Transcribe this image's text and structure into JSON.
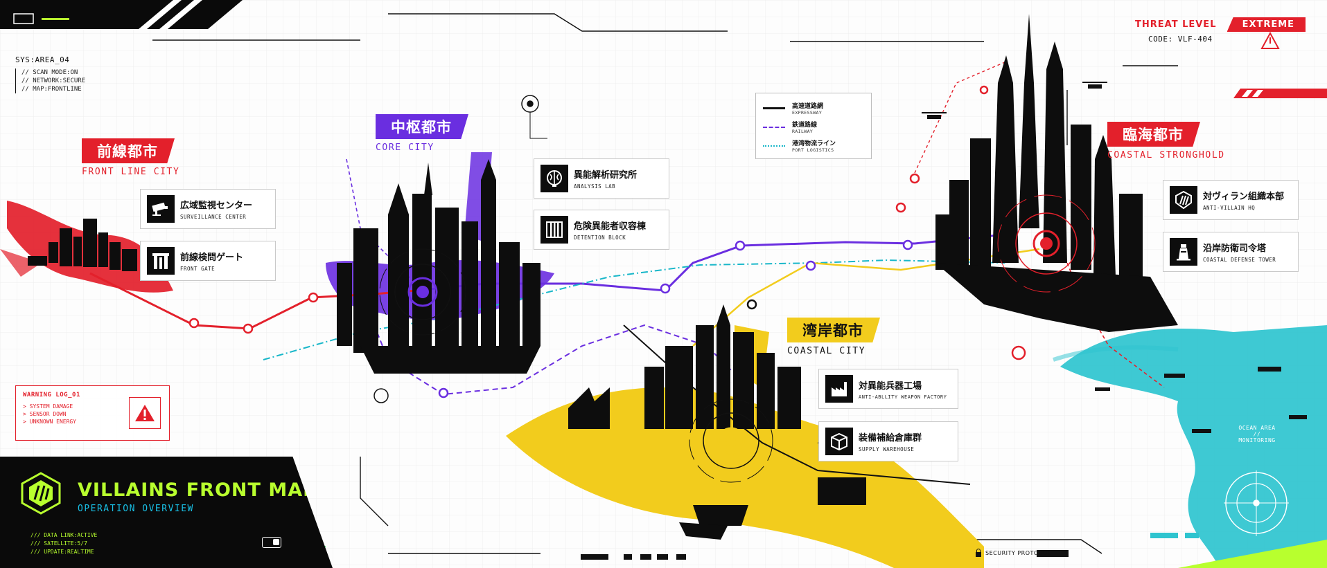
{
  "system": {
    "area": "SYS:AREA_04",
    "lines": [
      "// SCAN MODE:ON",
      "// NETWORK:SECURE",
      "// MAP:FRONTLINE"
    ]
  },
  "threat": {
    "label": "THREAT LEVEL",
    "value": "EXTREME",
    "code": "CODE: VLF-404"
  },
  "legend": [
    {
      "jp": "高速道路網",
      "en": "EXPRESSWAY",
      "color": "#111111",
      "style": "solid"
    },
    {
      "jp": "鉄道路線",
      "en": "RAILWAY",
      "color": "#6a2ee0",
      "style": "dashed"
    },
    {
      "jp": "港湾物流ライン",
      "en": "PORT LOGISTICS",
      "color": "#19b7c9",
      "style": "dashdot"
    }
  ],
  "cities": {
    "front": {
      "jp": "前線都市",
      "en": "FRONT LINE CITY",
      "color": "#e3202b"
    },
    "core": {
      "jp": "中枢都市",
      "en": "CORE CITY",
      "color": "#6a2ee0"
    },
    "bay": {
      "jp": "湾岸都市",
      "en": "COASTAL CITY",
      "color": "#f2cc1d"
    },
    "coastal": {
      "jp": "臨海都市",
      "en": "COASTAL STRONGHOLD",
      "color": "#e3202b"
    }
  },
  "facilities": {
    "surveillance": {
      "jp": "広域監視センター",
      "en": "SURVEILLANCE CENTER",
      "icon": "camera-icon"
    },
    "gate": {
      "jp": "前線検問ゲート",
      "en": "FRONT GATE",
      "icon": "gate-icon"
    },
    "lab": {
      "jp": "異能解析研究所",
      "en": "ANALYSIS LAB",
      "icon": "brain-icon"
    },
    "detention": {
      "jp": "危険異能者収容棟",
      "en": "DETENTION BLOCK",
      "icon": "cell-bars-icon"
    },
    "hq": {
      "jp": "対ヴィラン組織本部",
      "en": "ANTI-VILLAIN HQ",
      "icon": "claw-emblem-icon"
    },
    "tower": {
      "jp": "沿岸防衛司令塔",
      "en": "COASTAL DEFENSE TOWER",
      "icon": "lighthouse-icon"
    },
    "factory": {
      "jp": "対異能兵器工場",
      "en": "ANTI-ABLLITY WEAPON FACTORY",
      "icon": "factory-icon"
    },
    "warehouse": {
      "jp": "装備補給倉庫群",
      "en": "SUPPLY WAREHOUSE",
      "icon": "box-icon"
    }
  },
  "warning": {
    "title": "WARNING LOG_01",
    "lines": [
      "> SYSTEM DAMAGE",
      "> SENSOR DOWN",
      "> UNKNOWN ENERGY"
    ]
  },
  "title": {
    "main": "VILLAINS FRONT MAP",
    "sub": "OPERATION OVERVIEW",
    "status": [
      "/// DATA LINK:ACTIVE",
      "/// SATELLITE:5/7",
      "/// UPDATE:REALTIME"
    ]
  },
  "ocean": {
    "lines": [
      "OCEAN AREA",
      "//",
      "MONITORING"
    ]
  },
  "footer": {
    "security": "SECURITY PROTOCOL"
  },
  "colors": {
    "red": "#e3202b",
    "purple": "#6a2ee0",
    "yellow": "#f2cc1d",
    "cyan": "#2ec4cf",
    "lime": "#b8ff2e",
    "blue": "#19c2e8"
  }
}
